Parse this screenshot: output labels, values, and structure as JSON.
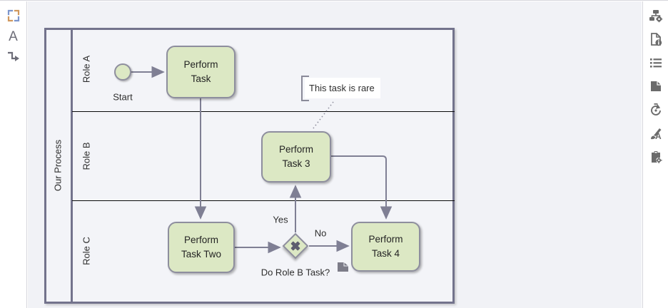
{
  "left_toolbar": {
    "items": [
      {
        "name": "fit-region-icon"
      },
      {
        "name": "text-tool-icon",
        "label": "A"
      },
      {
        "name": "connector-tool-icon"
      }
    ]
  },
  "right_toolbar": {
    "items": [
      {
        "name": "diagram-settings-icon"
      },
      {
        "name": "document-info-icon"
      },
      {
        "name": "outline-list-icon"
      },
      {
        "name": "page-icon"
      },
      {
        "name": "revision-history-icon"
      },
      {
        "name": "format-style-icon"
      },
      {
        "name": "clipboard-settings-icon"
      }
    ]
  },
  "diagram": {
    "pool_title": "Our Process",
    "lanes": [
      {
        "label": "Role A"
      },
      {
        "label": "Role B"
      },
      {
        "label": "Role C"
      }
    ],
    "nodes": {
      "start_event": {
        "label": "Start",
        "type": "start-event"
      },
      "task_1": {
        "label": "Perform Task",
        "lane": "Role A"
      },
      "task_2": {
        "label": "Perform Task Two",
        "lane": "Role C"
      },
      "task_3": {
        "label": "Perform Task 3",
        "lane": "Role B"
      },
      "task_4": {
        "label": "Perform Task 4",
        "lane": "Role C"
      },
      "gateway": {
        "label": "Do Role B Task?",
        "type": "exclusive-gateway"
      },
      "annotation": {
        "label": "This task is rare"
      }
    },
    "edge_labels": {
      "yes": "Yes",
      "no": "No"
    },
    "colors": {
      "node_fill": "#dce8c4",
      "node_border": "#8e8e9e",
      "pool_border": "#73738c",
      "lane_divider": "#000000",
      "edge": "#7f7f94",
      "text": "#2e2e2e",
      "canvas_bg": "#f1f2f6"
    }
  }
}
